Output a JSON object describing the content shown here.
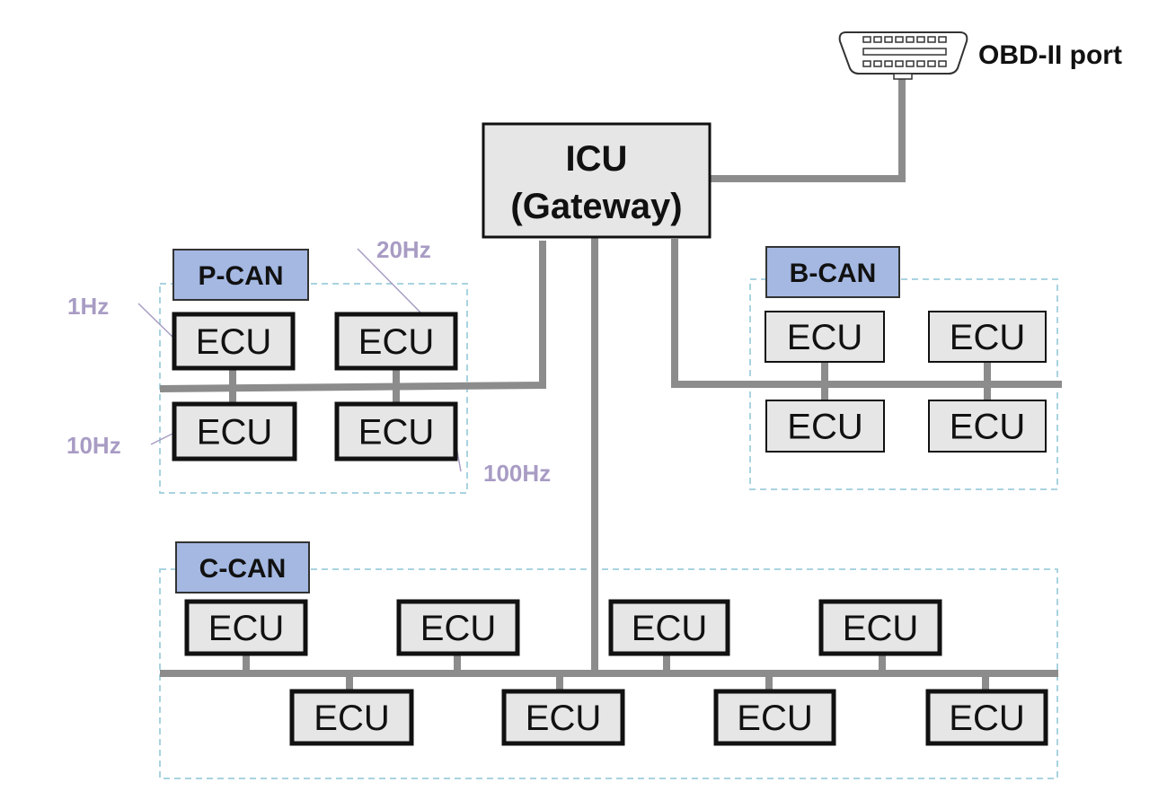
{
  "gateway": {
    "line1": "ICU",
    "line2": "(Gateway)"
  },
  "obd": {
    "label": "OBD-II port"
  },
  "networks": {
    "p_can": {
      "label": "P-CAN"
    },
    "b_can": {
      "label": "B-CAN"
    },
    "c_can": {
      "label": "C-CAN"
    }
  },
  "ecu_label": "ECU",
  "frequencies": [
    "1Hz",
    "20Hz",
    "10Hz",
    "100Hz"
  ],
  "colors": {
    "wire": "#8c8c8c",
    "ecu_fill": "#e6e6e6",
    "network_label_fill": "#a4b8e2",
    "network_border": "#a9d3e0",
    "frequency_text": "#a89cc4"
  }
}
